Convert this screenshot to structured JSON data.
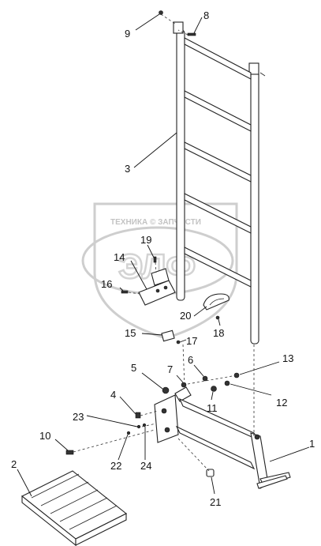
{
  "diagram": {
    "watermark": {
      "brand_text": "ТЕХНИКА © ЗАПЧАСТИ",
      "logo_text": "ЭЛФ"
    },
    "callouts": [
      {
        "id": "1",
        "label": "1"
      },
      {
        "id": "2",
        "label": "2"
      },
      {
        "id": "3",
        "label": "3"
      },
      {
        "id": "4",
        "label": "4"
      },
      {
        "id": "5",
        "label": "5"
      },
      {
        "id": "6",
        "label": "6"
      },
      {
        "id": "7",
        "label": "7"
      },
      {
        "id": "8",
        "label": "8"
      },
      {
        "id": "9",
        "label": "9"
      },
      {
        "id": "10",
        "label": "10"
      },
      {
        "id": "11",
        "label": "11"
      },
      {
        "id": "12",
        "label": "12"
      },
      {
        "id": "13",
        "label": "13"
      },
      {
        "id": "14",
        "label": "14"
      },
      {
        "id": "15",
        "label": "15"
      },
      {
        "id": "16",
        "label": "16"
      },
      {
        "id": "17",
        "label": "17"
      },
      {
        "id": "18",
        "label": "18"
      },
      {
        "id": "19",
        "label": "19"
      },
      {
        "id": "20",
        "label": "20"
      },
      {
        "id": "21",
        "label": "21"
      },
      {
        "id": "22",
        "label": "22"
      },
      {
        "id": "23",
        "label": "23"
      },
      {
        "id": "24",
        "label": "24"
      }
    ]
  }
}
